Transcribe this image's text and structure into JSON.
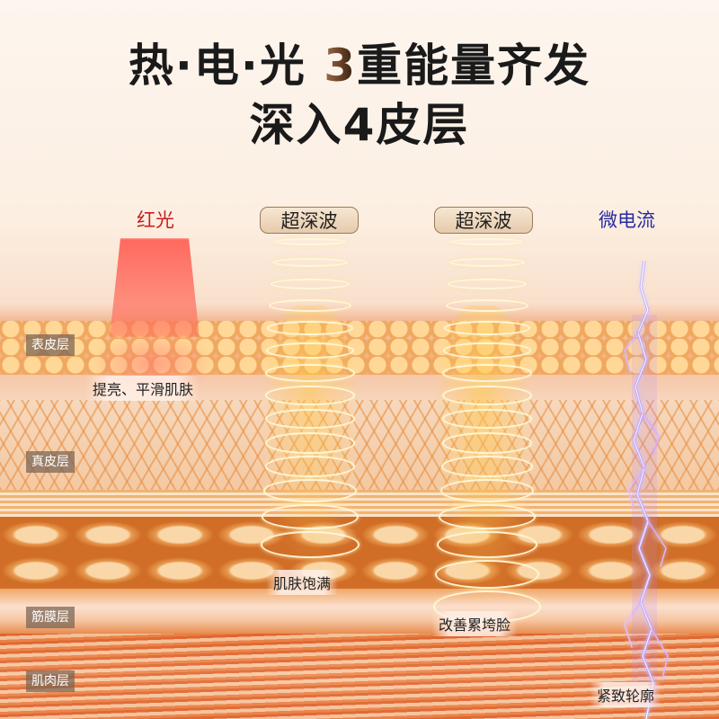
{
  "title": {
    "line1_prefix": "热·电·光 ",
    "line1_accent": "3",
    "line1_suffix": "重能量齐发",
    "line2": "深入4皮层"
  },
  "energy_sources": [
    {
      "label": "红光",
      "style": "plain",
      "color": "#c81e1e"
    },
    {
      "label": "超深波",
      "style": "pill"
    },
    {
      "label": "超深波",
      "style": "pill"
    },
    {
      "label": "微电流",
      "style": "plain",
      "color": "#2a2aa0"
    }
  ],
  "layers": [
    {
      "label": "表皮层"
    },
    {
      "label": "真皮层"
    },
    {
      "label": "筋膜层"
    },
    {
      "label": "肌肉层"
    }
  ],
  "effects": [
    {
      "text": "提亮、平滑肌肤",
      "source": "红光"
    },
    {
      "text": "肌肤饱满",
      "source": "超深波"
    },
    {
      "text": "改善累垮脸",
      "source": "超深波"
    },
    {
      "text": "紧致轮廓",
      "source": "微电流"
    }
  ]
}
